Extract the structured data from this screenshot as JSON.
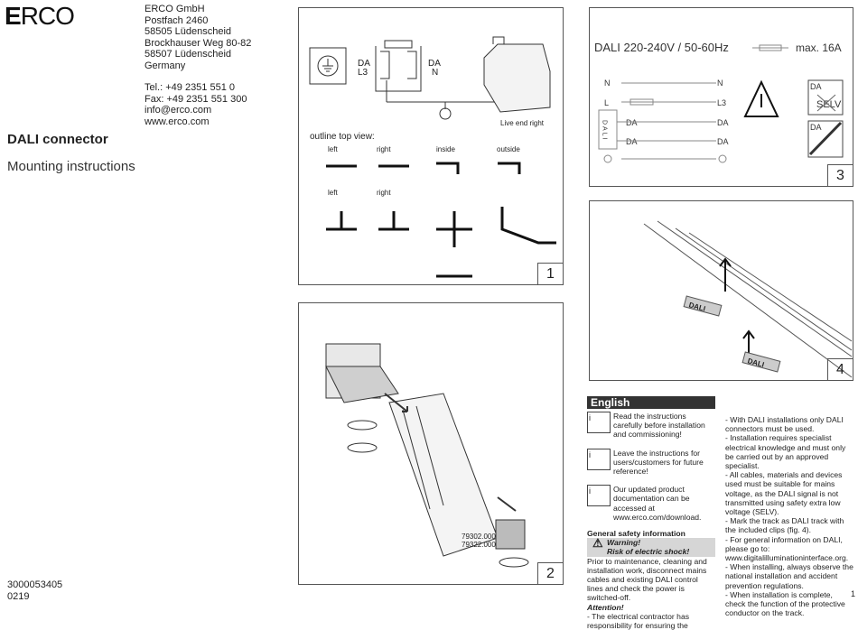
{
  "header": {
    "logo_bold": "E",
    "logo_rest": "RCO",
    "title": "DALI connector",
    "subtitle": "Mounting instructions"
  },
  "address": [
    "ERCO GmbH",
    "Postfach 2460",
    "58505 Lüdenscheid",
    "Brockhauser Weg 80-82",
    "58507 Lüdenscheid",
    "Germany",
    "",
    "Tel.: +49 2351 551 0",
    "Fax: +49 2351 551 300",
    "info@erco.com",
    "www.erco.com"
  ],
  "doc_codes": [
    "3000053405",
    "0219"
  ],
  "panel1": {
    "number": "1",
    "labels_left": [
      "DA",
      "L3"
    ],
    "labels_right": [
      "DA",
      "N"
    ],
    "live_end": "Live end right",
    "outline": "outline top view:",
    "row1": [
      "left",
      "right",
      "inside",
      "outside"
    ],
    "row2": [
      "left",
      "right"
    ]
  },
  "panel2": {
    "number": "2",
    "part_numbers": [
      "79302.000",
      "79322.000"
    ]
  },
  "panel3": {
    "number": "3",
    "supply": "DALI  220-240V / 50-60Hz",
    "fuse": "max. 16A",
    "left": [
      "N",
      "L",
      "DA",
      "DA"
    ],
    "right": [
      "N",
      "L3",
      "DA",
      "DA"
    ],
    "dali": "DALI",
    "selv_da": "DA",
    "selv": "SELV",
    "loop_da": "DA"
  },
  "panel4": {
    "number": "4",
    "clip_label": "DALI"
  },
  "text": {
    "language": "English",
    "icon1": "Read the instructions carefully before installation and commissioning!",
    "icon2": "Leave the instructions for users/customers for future reference!",
    "icon3": "Our updated product documentation can be accessed at www.erco.com/download.",
    "safety_title": "General safety information",
    "warning1": "Warning!",
    "warning2": "Risk of electric shock!",
    "p1": "Prior to maintenance, cleaning and installation work, disconnect mains cables and existing DALI control lines and check the power is switched-off.",
    "attention": "Attention!",
    "p2": "- The electrical contractor has responsibility for ensuring the electrical, mechanical and thermal compatibility between the track connector and track system.",
    "p3": "- With DALI installations only DALI connectors must be used.",
    "p4": "- Installation requires specialist electrical knowledge and must only be carried out by an approved specialist.",
    "p5": "- All cables, materials and devices used must be suitable for mains voltage, as the DALI signal is not transmitted using safety extra low voltage (SELV).",
    "p6": "- Mark the track as DALI track with the included clips (fig. 4).",
    "p7": "- For general information on DALI, please go to: www.digitalilluminationinterface.org.",
    "p8": "- When installing, always observe the national installation and accident prevention regulations.",
    "p9": "- When installation is complete, check the function of the protective conductor on the track."
  },
  "page_number": "1"
}
